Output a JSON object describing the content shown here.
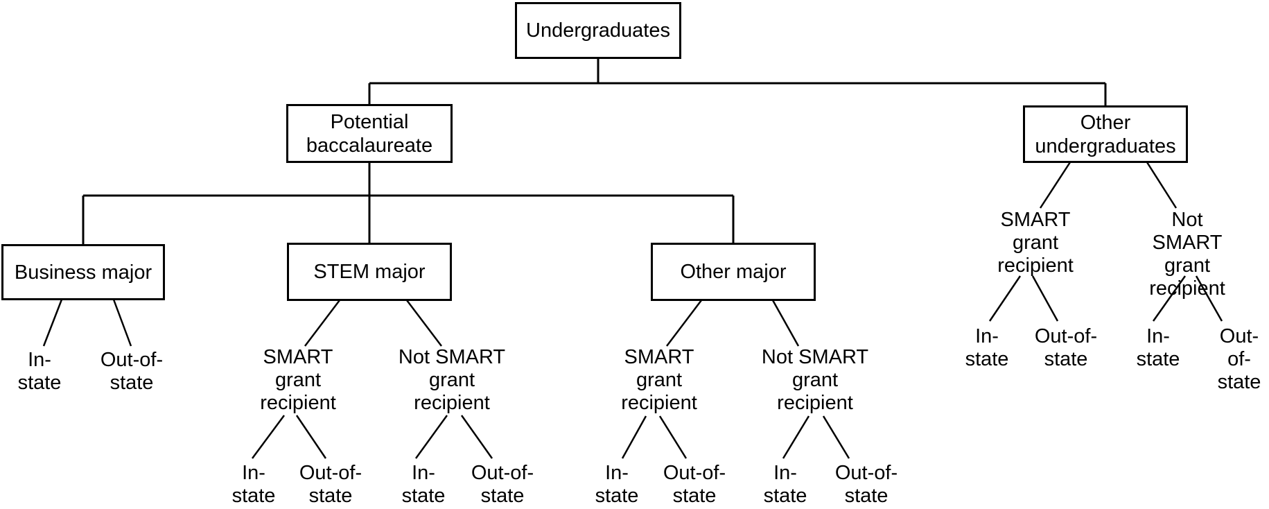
{
  "diagram": {
    "title": "Undergraduates classification tree",
    "background_color": "#ffffff",
    "line_color": "#000000",
    "box_fill_color": "#ffffff",
    "box_border_color": "#000000",
    "text_color": "#000000"
  },
  "tree": {
    "root": {
      "label": "Undergraduates",
      "children": [
        {
          "label": "Potential\nbaccalaureate",
          "children": [
            {
              "label": "Business major",
              "children": [
                {
                  "label": "In-\nstate"
                },
                {
                  "label": "Out-of-\nstate"
                }
              ]
            },
            {
              "label": "STEM major",
              "children": [
                {
                  "label": "SMART\ngrant\nrecipient",
                  "children": [
                    {
                      "label": "In-\nstate"
                    },
                    {
                      "label": "Out-of-\nstate"
                    }
                  ]
                },
                {
                  "label": "Not SMART\ngrant\nrecipient",
                  "children": [
                    {
                      "label": "In-\nstate"
                    },
                    {
                      "label": "Out-of-\nstate"
                    }
                  ]
                }
              ]
            },
            {
              "label": "Other major",
              "children": [
                {
                  "label": "SMART\ngrant\nrecipient",
                  "children": [
                    {
                      "label": "In-\nstate"
                    },
                    {
                      "label": "Out-of-\nstate"
                    }
                  ]
                },
                {
                  "label": "Not SMART\ngrant\nrecipient",
                  "children": [
                    {
                      "label": "In-\nstate"
                    },
                    {
                      "label": "Out-of-\nstate"
                    }
                  ]
                }
              ]
            }
          ]
        },
        {
          "label": "Other\nundergraduates",
          "children": [
            {
              "label": "SMART\ngrant\nrecipient",
              "children": [
                {
                  "label": "In-\nstate"
                },
                {
                  "label": "Out-of-\nstate"
                }
              ]
            },
            {
              "label": "Not SMART\ngrant\nrecipient",
              "children": [
                {
                  "label": "In-\nstate"
                },
                {
                  "label": "Out-of-\nstate"
                }
              ]
            }
          ]
        }
      ]
    }
  }
}
